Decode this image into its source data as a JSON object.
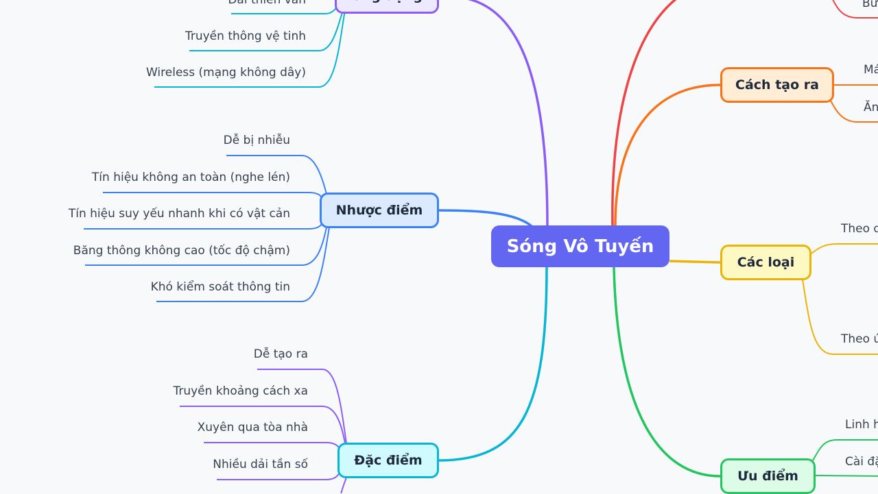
{
  "root": {
    "label": "Sóng Vô Tuyến",
    "color": "#6366f1"
  },
  "branches": {
    "ung_dung": {
      "label": "Ứng dụng",
      "color": "#8b5cf6",
      "children": [
        "Dải thiên văn",
        "Truyền thông vệ tinh",
        "Wireless (mạng không dây)"
      ]
    },
    "nhuoc_diem": {
      "label": "Nhược điểm",
      "color": "#3b82f6",
      "children": [
        "Dễ bị nhiễu",
        "Tín hiệu không an toàn (nghe lén)",
        "Tín hiệu suy yếu nhanh khi có vật cản",
        "Băng thông không cao (tốc độ chậm)",
        "Khó kiểm soát thông tin"
      ]
    },
    "dac_diem": {
      "label": "Đặc điểm",
      "color": "#06b6d4",
      "children": [
        "Dễ tạo ra",
        "Truyền khoảng cách xa",
        "Xuyên qua tòa nhà",
        "Nhiều dải tần số"
      ]
    },
    "red_branch": {
      "color": "#ef4444",
      "children": [
        "Bư"
      ]
    },
    "cach_tao_ra": {
      "label": "Cách tạo ra",
      "color": "#f97316",
      "children": [
        "Má",
        "Ăn"
      ]
    },
    "cac_loai": {
      "label": "Các loại",
      "color": "#eab308",
      "children": [
        "Theo d",
        "Theo ứ"
      ]
    },
    "uu_diem": {
      "label": "Ưu điểm",
      "color": "#22c55e",
      "children": [
        "Linh h",
        "Cài đặ"
      ]
    }
  }
}
